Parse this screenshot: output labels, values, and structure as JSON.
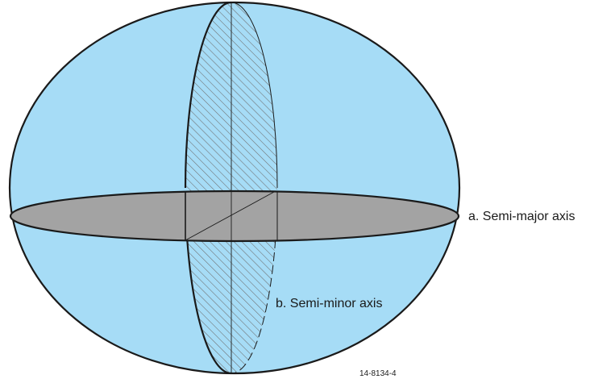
{
  "diagram": {
    "labels": {
      "semi_major_axis": "a. Semi-major axis",
      "semi_minor_axis": "b. Semi-minor axis"
    },
    "figure_id": "14-8134-4",
    "colors": {
      "ellipsoid_fill": "#a6dcf6",
      "equatorial_plane_fill": "#a3a3a3",
      "hatch": "#6f6f6f",
      "outline": "#1a1a1a"
    }
  }
}
